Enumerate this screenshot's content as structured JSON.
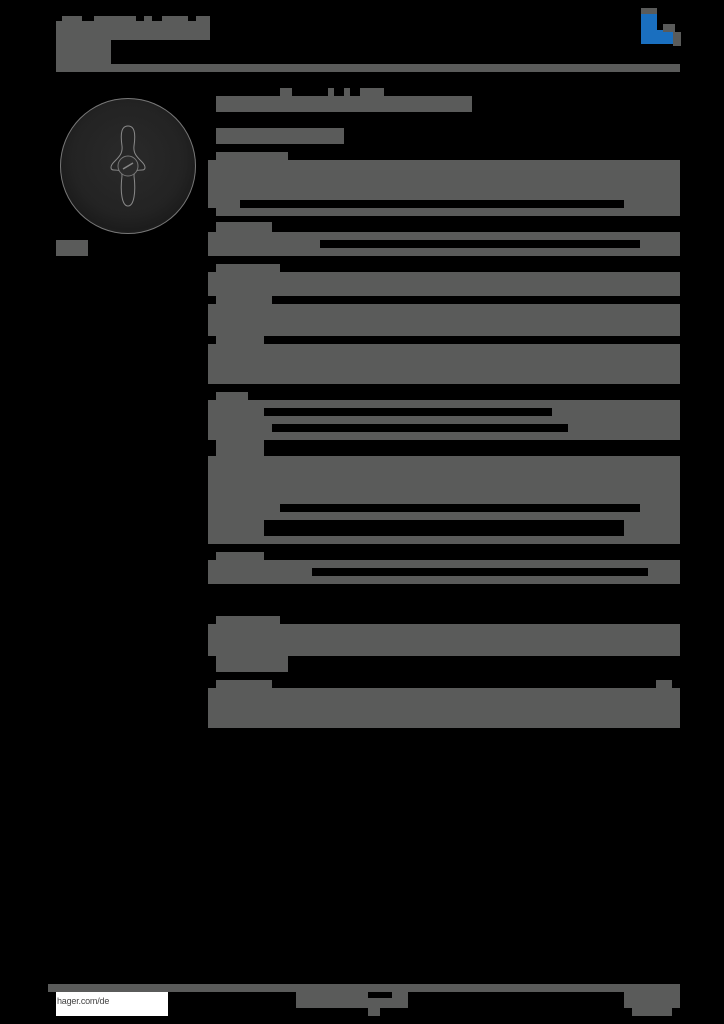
{
  "document": {
    "type": "product datasheet (text redacted as gray blocks)",
    "brand_logo": {
      "icon": "hager-logo-icon",
      "color": "#1a6fbf"
    },
    "header": {
      "title": "",
      "subtitle": ""
    },
    "product": {
      "image": "rotary-switch-knob-photo",
      "image_caption": "",
      "title": "",
      "subtitle": ""
    },
    "sections": [
      {
        "heading": "",
        "rows": [
          "",
          "",
          ""
        ]
      },
      {
        "heading": "",
        "rows": [
          ""
        ]
      },
      {
        "heading": "",
        "rows": [
          "",
          "",
          ""
        ]
      },
      {
        "heading": "",
        "rows": [
          "",
          "",
          ""
        ]
      },
      {
        "heading": "",
        "rows": [
          "",
          ""
        ]
      },
      {
        "heading": "",
        "rows": [
          ""
        ]
      },
      {
        "heading": "",
        "rows": [
          ""
        ]
      },
      {
        "heading": "",
        "rows": [
          ""
        ]
      }
    ],
    "footer": {
      "website": "hager.com/de",
      "center_text": "",
      "page_info": ""
    },
    "colors": {
      "background": "#000000",
      "redaction_gray": "#5a5b5a",
      "brand_blue": "#1a6fbf",
      "footer_link_bg": "#ffffff"
    }
  }
}
